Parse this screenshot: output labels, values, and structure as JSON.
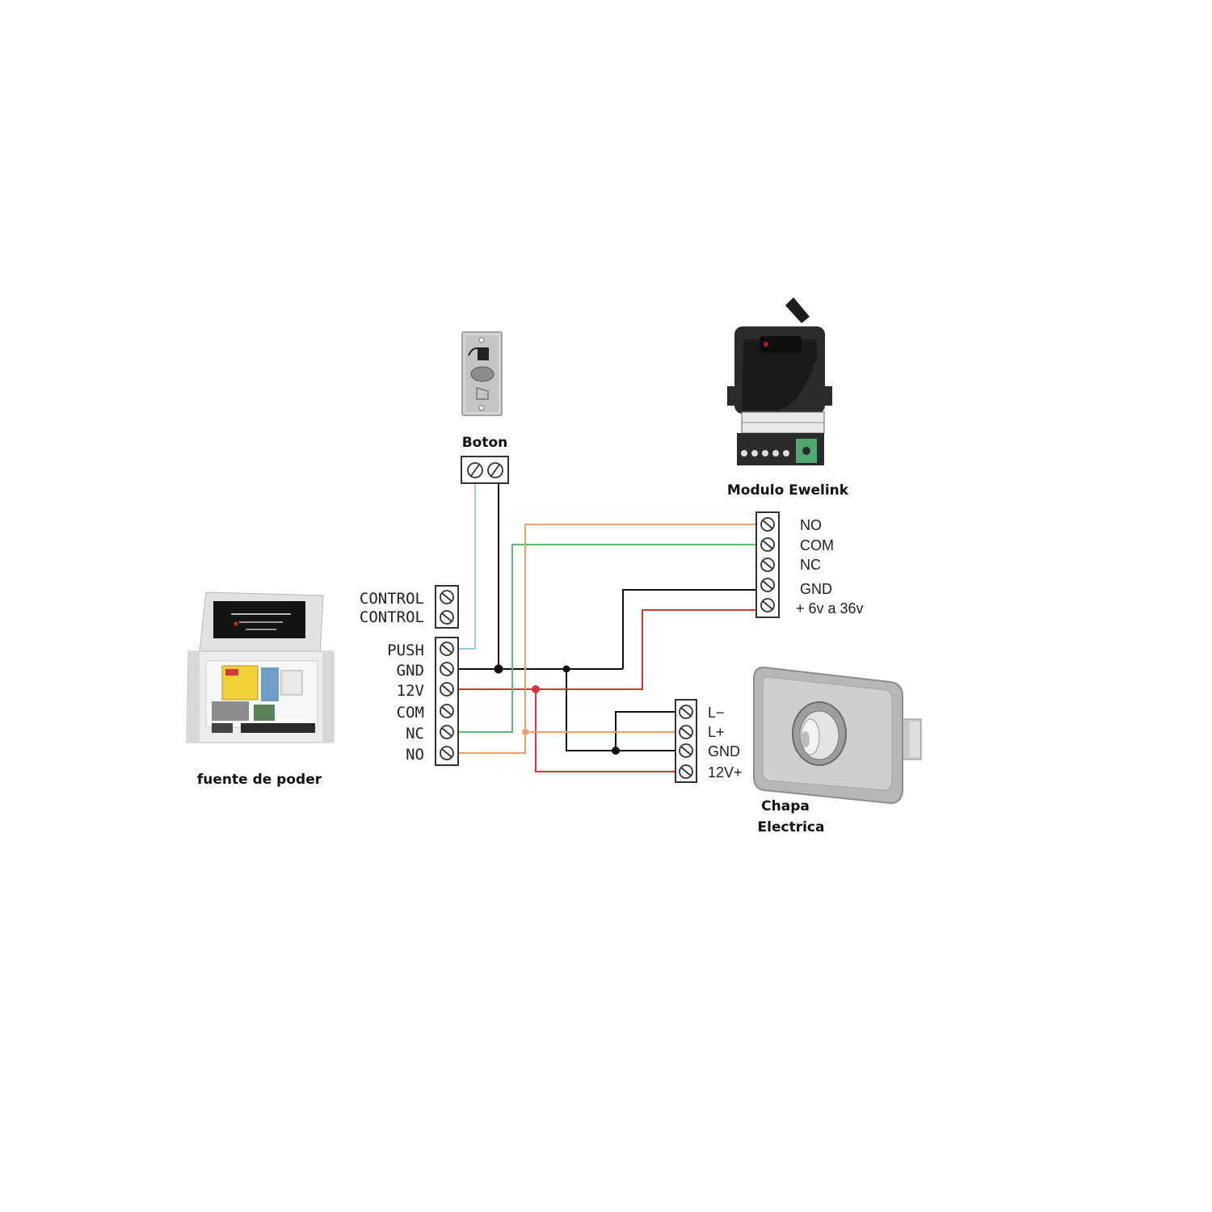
{
  "colors": {
    "black": "#111111",
    "blue": "#9ccbe8",
    "orange": "#f0a06a",
    "green": "#5cbf72",
    "red": "#d23a3a",
    "gray": "#333333"
  },
  "components": {
    "boton": {
      "title": "Boton"
    },
    "modulo": {
      "title": "Modulo Ewelink",
      "terminals": [
        "NO",
        "COM",
        "NC",
        "GND",
        "+ 6v a 36v"
      ]
    },
    "fuente": {
      "title": "fuente de poder",
      "control_terminals": [
        "CONTROL",
        "CONTROL"
      ],
      "main_terminals": [
        "PUSH",
        "GND",
        "12V",
        "COM",
        "NC",
        "NO"
      ]
    },
    "chapa": {
      "title_line1": "Chapa",
      "title_line2": "Electrica",
      "terminals": [
        "L−",
        "L+",
        "GND",
        "12V+"
      ]
    }
  }
}
